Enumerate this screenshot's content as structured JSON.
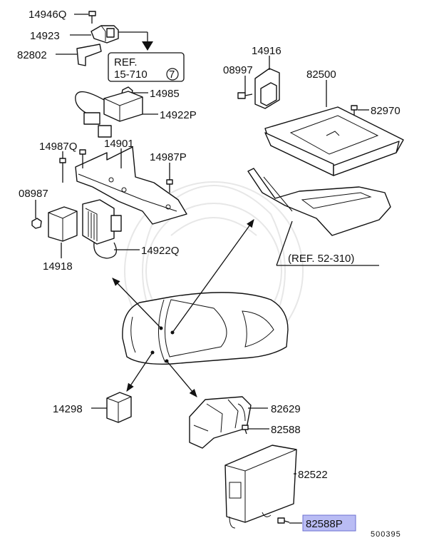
{
  "callouts": {
    "p14946Q": "14946Q",
    "p14923": "14923",
    "p82802": "82802",
    "p14985": "14985",
    "p14922P": "14922P",
    "p14987Q": "14987Q",
    "p14901": "14901",
    "p14987P": "14987P",
    "p08987": "08987",
    "p14918": "14918",
    "p14922Q": "14922Q",
    "p14916": "14916",
    "p08997": "08997",
    "p82500": "82500",
    "p82970": "82970",
    "p14298": "14298",
    "p82629": "82629",
    "p82588": "82588",
    "p82522": "82522",
    "p82588P": "82588P"
  },
  "ref1": {
    "line1": "REF.",
    "line2": "15-710",
    "circled": "7"
  },
  "ref2": "(REF. 52-310)",
  "diagram_id": "500395",
  "colors": {
    "highlight": "#b9bcf4",
    "ink": "#111111"
  }
}
